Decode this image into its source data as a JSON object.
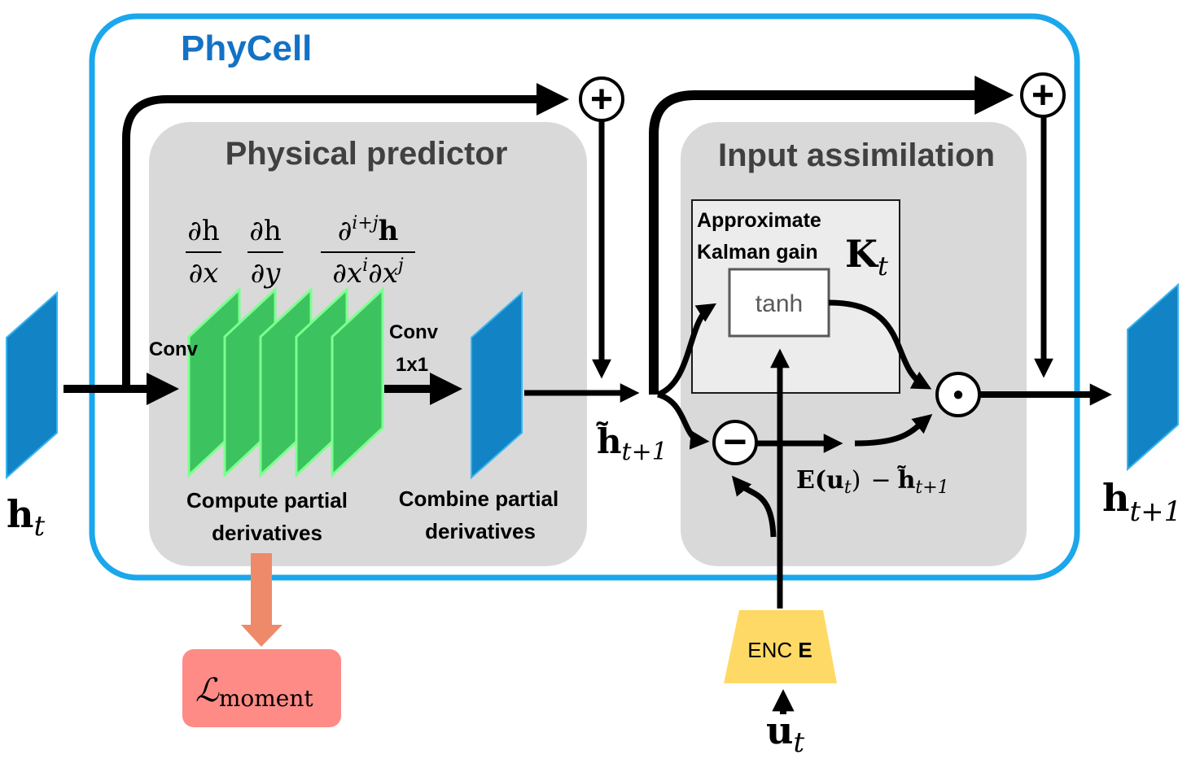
{
  "title": "PhyCell",
  "phys": {
    "title": "Physical predictor",
    "conv_label": "Conv",
    "conv1_label": "Conv",
    "conv1_size": "1x1",
    "compute_l1": "Compute partial",
    "compute_l2": "derivatives",
    "combine_l1": "Combine partial",
    "combine_l2": "derivatives"
  },
  "math": {
    "dhdx_num": "∂h",
    "dhdx_den": "∂x",
    "dhdy_num": "∂h",
    "dhdy_den": "∂y",
    "dhij_num_d": "∂",
    "dhij_num_exp": "i+j",
    "dhij_num_h": "h",
    "dhij_den_dx1": "∂x",
    "dhij_den_i": "i",
    "dhij_den_dx2": "∂x",
    "dhij_den_j": "j"
  },
  "assim": {
    "title": "Input assimilation",
    "kalman_l1": "Approximate",
    "kalman_l2": "Kalman gain",
    "K": "K",
    "K_sub": "t",
    "tanh": "tanh",
    "innov_E": "E(u",
    "innov_E_sub": "t",
    "innov_E_close": ")",
    "innov_minus": "−",
    "innov_h": "h̃",
    "innov_h_sub": "t+1"
  },
  "labels": {
    "h_in": "h",
    "h_in_sub": "t",
    "h_tilde": "h̃",
    "h_tilde_sub": "t+1",
    "h_out": "h",
    "h_out_sub": "t+1",
    "u": "u",
    "u_sub": "t",
    "enc": "ENC",
    "enc_E": "E",
    "loss": "ℒ",
    "loss_sub": "moment",
    "plus": "+",
    "minus": "−",
    "dot": "•"
  },
  "colors": {
    "cell_border": "#1aa7ec",
    "title": "#1372c4",
    "panel": "#d9d9d9",
    "feature_map": "#1283c4",
    "derivative_maps": "#3cc35f",
    "derivative_edge": "#7dff8f",
    "encoder": "#ffd966",
    "loss_box": "#ff8b86",
    "loss_arrow": "#ee8a6a"
  }
}
